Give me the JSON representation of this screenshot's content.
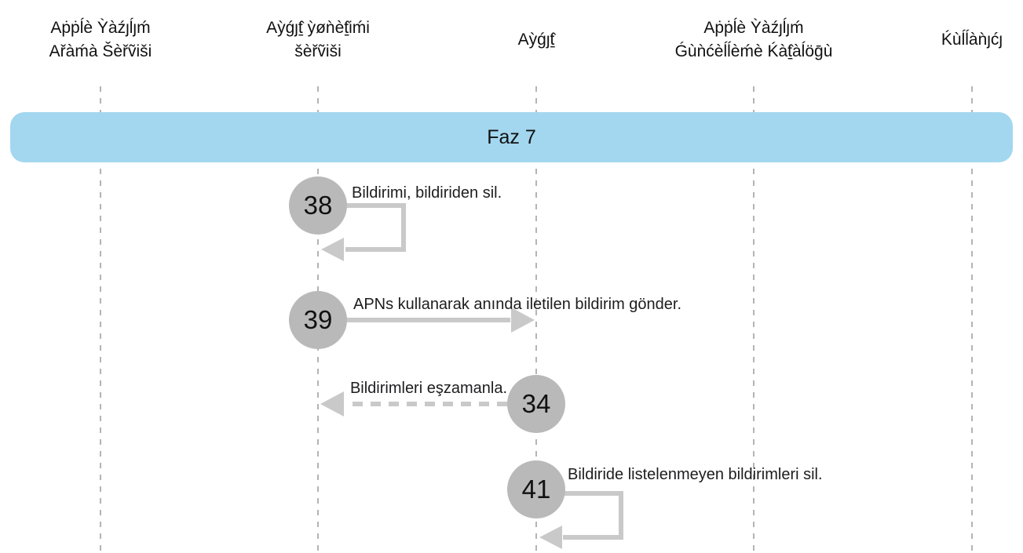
{
  "diagram": {
    "type": "sequence-diagram",
    "phase_banner": {
      "label": "Faz 7"
    },
    "lifelines": [
      {
        "id": "apple-software-lookup-service",
        "label": "Aṗṗĺè Ỳàźȷĺȷḿ\nAřàḿà Šèřṽiši"
      },
      {
        "id": "device-management-service",
        "label": "Aỳǵȷṯ̂ ỳøǹèṯ̂iḿi\nšèřṽiši"
      },
      {
        "id": "device",
        "label": "Aỳǵȷṯ̂"
      },
      {
        "id": "apple-software-update-catalog",
        "label": "Aṗṗĺè Ỳàźȷĺȷḿ\nǴùǹćèĺĺèḿè Ḱàṯ̂àĺöḡù"
      },
      {
        "id": "user",
        "label": "Ḱùĺĺàǹȷćȷ"
      }
    ],
    "steps": [
      {
        "number": "38",
        "label": "Bildirimi, bildiriden sil.",
        "type": "self-loop",
        "lifeline": "device-management-service"
      },
      {
        "number": "39",
        "label": "APNs kullanarak anında iletilen bildirim gönder.",
        "type": "solid-arrow",
        "from": "device-management-service",
        "to": "device"
      },
      {
        "number": "34",
        "label": "Bildirimleri eşzamanla.",
        "type": "dashed-arrow",
        "from": "device",
        "to": "device-management-service"
      },
      {
        "number": "41",
        "label": "Bildiride listelenmeyen bildirimleri sil.",
        "type": "self-loop",
        "lifeline": "device"
      }
    ],
    "colors": {
      "banner_blue": "#a2d7ef",
      "circle_gray": "#b9b9b9",
      "arrow_gray": "#c9c9c9",
      "lifeline_gray": "#b4b4b4",
      "text": "#1d1d1f"
    }
  }
}
